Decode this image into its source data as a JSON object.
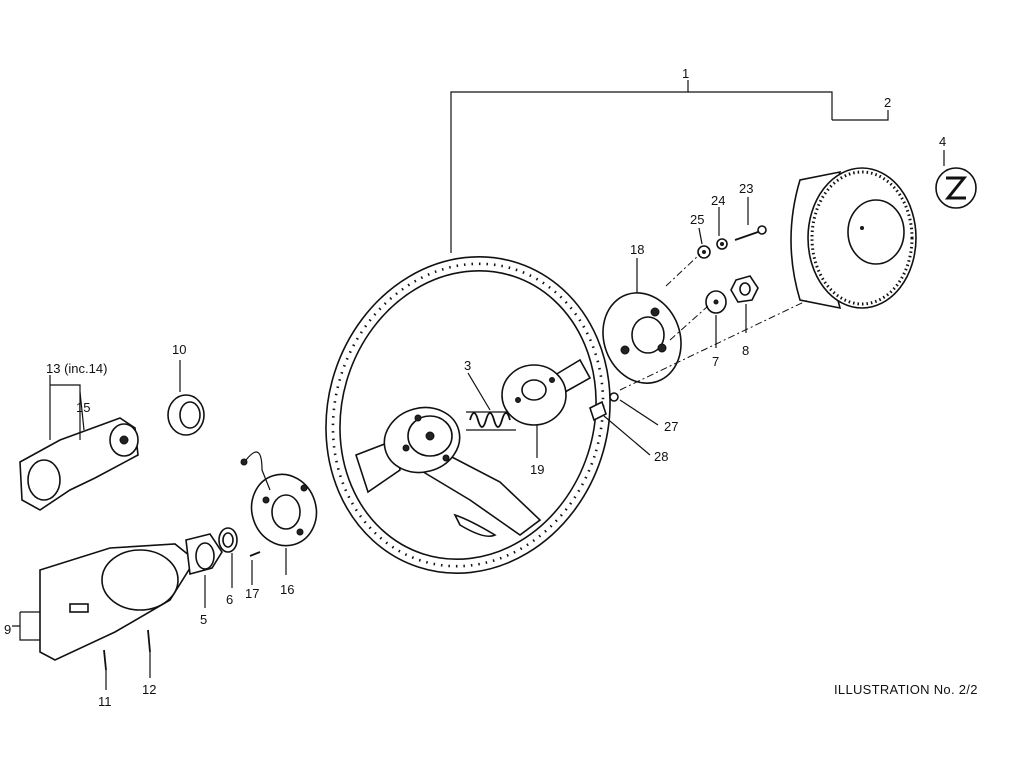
{
  "callouts": {
    "c1": "1",
    "c2": "2",
    "c3": "3",
    "c4": "4",
    "c5": "5",
    "c6": "6",
    "c7": "7",
    "c8": "8",
    "c9": "9",
    "c10": "10",
    "c11": "11",
    "c12": "12",
    "c13": "13 (inc.14)",
    "c15": "15",
    "c16": "16",
    "c17": "17",
    "c18": "18",
    "c19": "19",
    "c23": "23",
    "c24": "24",
    "c25": "25",
    "c27": "27",
    "c28": "28"
  },
  "caption": "ILLUSTRATION No. 2/2"
}
